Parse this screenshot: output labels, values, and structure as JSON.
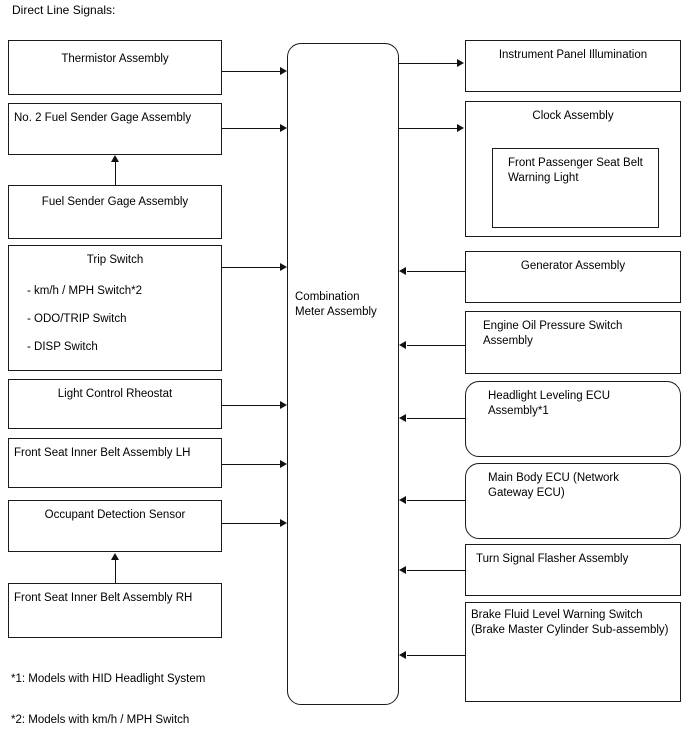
{
  "diagram": {
    "heading": "Direct Line Signals:",
    "hub": {
      "label": "Combination\nMeter Assembly",
      "shape": "rounded"
    },
    "inputs": [
      {
        "label": "Thermistor Assembly",
        "shape": "square",
        "align": "center",
        "connects_to_hub": true
      },
      {
        "label": "No. 2 Fuel Sender Gage Assembly",
        "shape": "square",
        "align": "left",
        "connects_to_hub": true
      },
      {
        "label": "Fuel Sender Gage Assembly",
        "shape": "square",
        "align": "center",
        "connects_to_hub": false
      },
      {
        "label": "Trip Switch",
        "shape": "square",
        "align": "center",
        "connects_to_hub": true,
        "sub_items": [
          "- km/h / MPH Switch*2",
          "- ODO/TRIP Switch",
          "- DISP Switch"
        ]
      },
      {
        "label": "Light Control Rheostat",
        "shape": "square",
        "align": "center",
        "connects_to_hub": true
      },
      {
        "label": "Front Seat Inner Belt Assembly LH",
        "shape": "square",
        "align": "left",
        "connects_to_hub": true
      },
      {
        "label": "Occupant Detection Sensor",
        "shape": "square",
        "align": "center",
        "connects_to_hub": true
      },
      {
        "label": "Front Seat Inner Belt Assembly RH",
        "shape": "square",
        "align": "left",
        "connects_to_hub": false
      }
    ],
    "outputs": [
      {
        "label": "Instrument Panel Illumination",
        "shape": "square",
        "align": "center",
        "direction": "from-hub"
      },
      {
        "label": "Clock Assembly",
        "shape": "square",
        "align": "center",
        "direction": "from-hub",
        "nested": {
          "label": "Front Passenger Seat Belt\nWarning Light"
        }
      },
      {
        "label": "Generator Assembly",
        "shape": "square",
        "align": "center",
        "direction": "to-hub"
      },
      {
        "label": "Engine Oil Pressure Switch\nAssembly",
        "shape": "square",
        "align": "left",
        "direction": "to-hub"
      },
      {
        "label": "Headlight Leveling ECU\nAssembly*1",
        "shape": "rounded",
        "align": "left",
        "direction": "to-hub"
      },
      {
        "label": "Main Body ECU (Network\nGateway ECU)",
        "shape": "rounded",
        "align": "left",
        "direction": "to-hub"
      },
      {
        "label": "Turn Signal Flasher Assembly",
        "shape": "square",
        "align": "left",
        "direction": "to-hub"
      },
      {
        "label": "Brake Fluid Level Warning Switch\n(Brake Master Cylinder Sub-assembly)",
        "shape": "square",
        "align": "left",
        "direction": "to-hub"
      }
    ],
    "footnotes": [
      "*1: Models with HID Headlight System",
      "*2: Models with km/h / MPH Switch"
    ],
    "colors": {
      "line": "#1a1a1a",
      "background": "#ffffff",
      "text": "#000000"
    }
  }
}
